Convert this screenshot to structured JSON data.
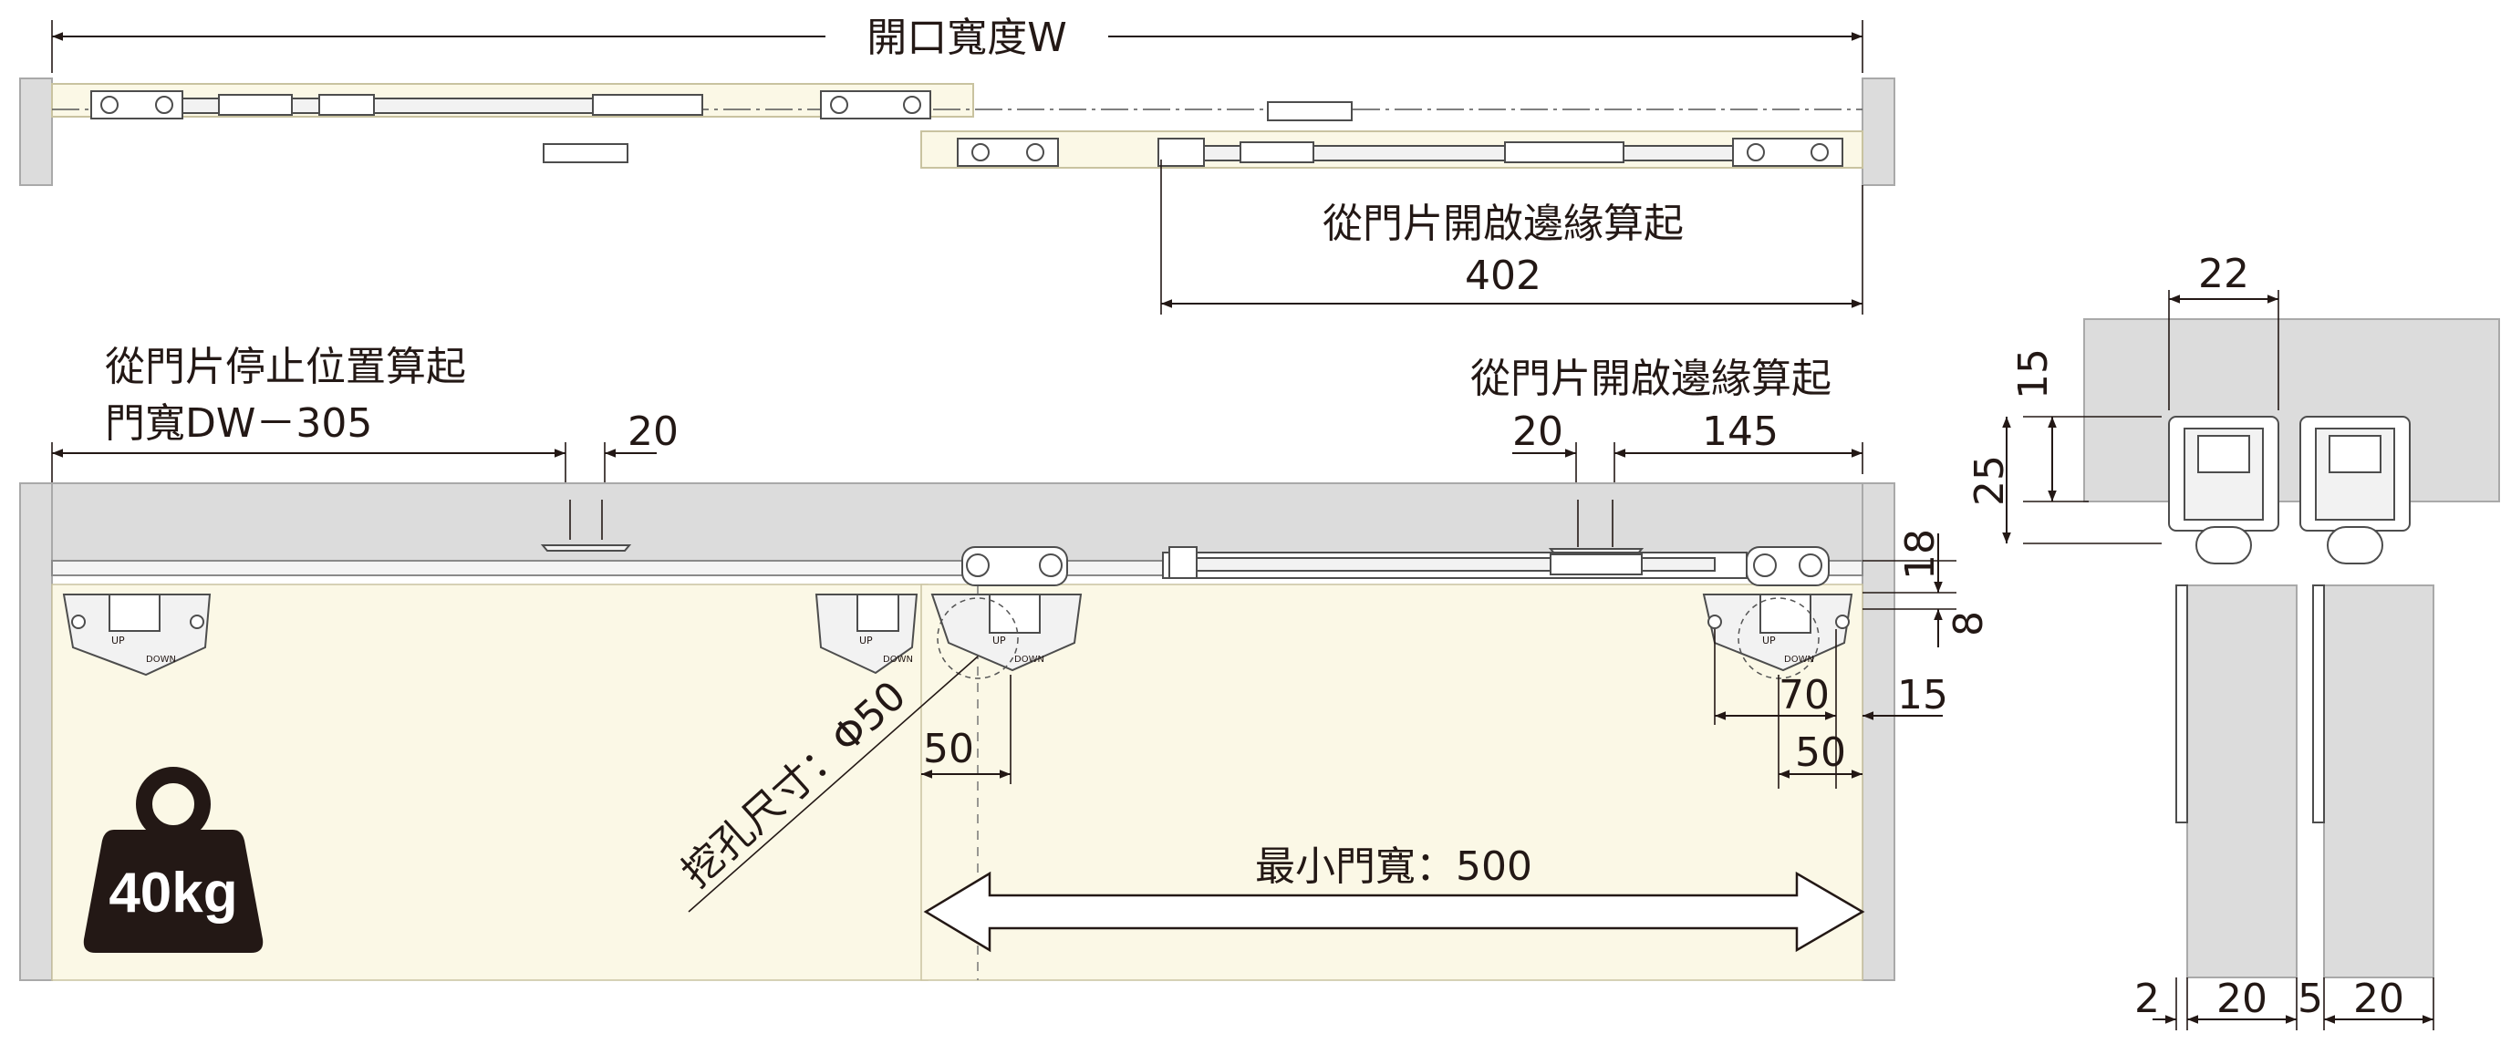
{
  "labels": {
    "opening_width": "開口寬度W",
    "from_door_open_edge_top": "從門片開啟邊緣算起",
    "dim_402": "402",
    "from_door_stop": "從門片停止位置算起",
    "door_width_formula": "門寬DW－305",
    "dim_20_left": "20",
    "from_door_open_edge_right": "從門片開啟邊緣算起",
    "dim_20_right": "20",
    "dim_145": "145",
    "dim_18": "18",
    "dim_8": "8",
    "dim_70": "70",
    "dim_15_right": "15",
    "dim_50_right": "50",
    "dim_50_mid": "50",
    "hole_size": "挖孔尺寸：Φ50",
    "min_door_width": "最小門寬：500",
    "weight": "40kg",
    "side_22": "22",
    "side_15": "15",
    "side_25": "25",
    "side_2": "2",
    "side_20a": "20",
    "side_5": "5",
    "side_20b": "20",
    "up_mark": "UP",
    "down_mark": "DOWN"
  },
  "colors": {
    "door_fill": "#fbf8e6",
    "wall_fill": "#dcdcdc",
    "line": "#231815",
    "weight_icon": "#231815"
  }
}
